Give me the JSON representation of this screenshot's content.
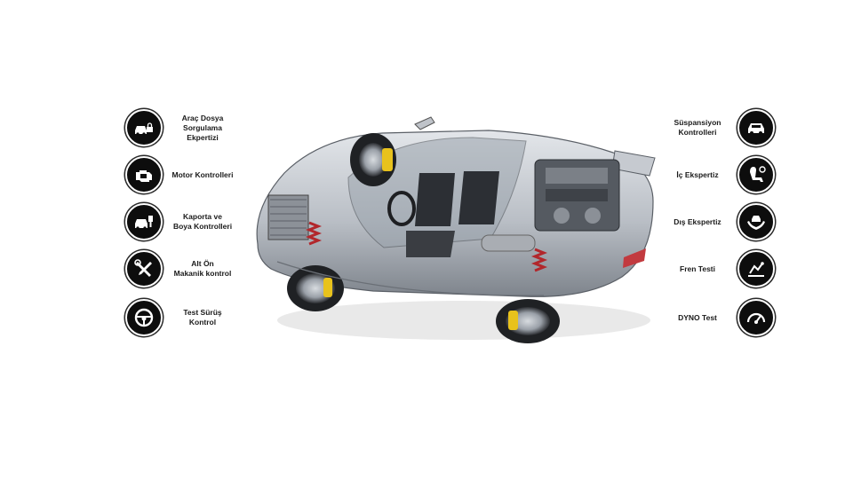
{
  "left_services": [
    {
      "icon": "car-file-lock-icon",
      "label": "Araç Dosya Sorgulama\nEkpertizi"
    },
    {
      "icon": "engine-icon",
      "label": "Motor Kontrolleri"
    },
    {
      "icon": "car-paint-icon",
      "label": "Kaporta ve\nBoya Kontrolleri"
    },
    {
      "icon": "wrench-screwdriver-icon",
      "label": "Alt  Ön\nMakanik kontrol"
    },
    {
      "icon": "steering-wheel-icon",
      "label": "Test Sürüş\nKontrol"
    }
  ],
  "right_services": [
    {
      "icon": "car-suspension-icon",
      "label": "Süspansiyon\nKontrolleri"
    },
    {
      "icon": "car-seat-icon",
      "label": "İç Ekspertiz"
    },
    {
      "icon": "hands-car-icon",
      "label": "Dış Ekspertiz"
    },
    {
      "icon": "brake-test-icon",
      "label": "Fren Testi"
    },
    {
      "icon": "speedometer-icon",
      "label": "DYNO Test"
    }
  ],
  "colors": {
    "icon_bg": "#0d0d0d",
    "car_body": "#c9cdd2",
    "caliper": "#e8c21c"
  }
}
